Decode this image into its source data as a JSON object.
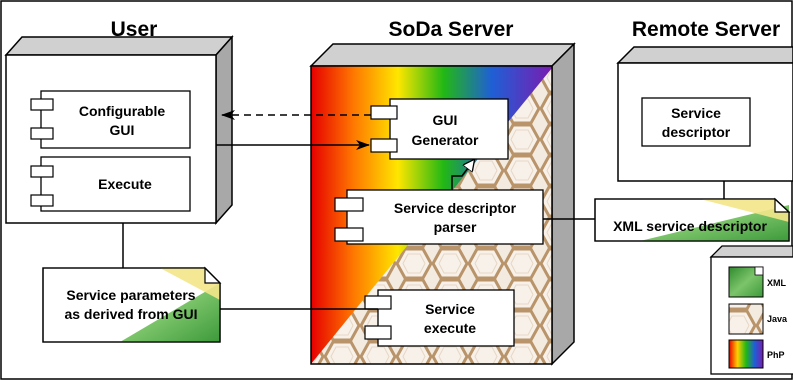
{
  "headers": {
    "user": "User",
    "soda": "SoDa Server",
    "remote": "Remote Server"
  },
  "components": {
    "configurable_gui": [
      "Configurable",
      "GUI"
    ],
    "execute": "Execute",
    "gui_generator": [
      "GUI",
      "Generator"
    ],
    "service_descriptor_parser": [
      "Service descriptor",
      "parser"
    ],
    "service_execute": [
      "Service",
      "execute"
    ],
    "service_descriptor": [
      "Service",
      "descriptor"
    ]
  },
  "notes": {
    "service_parameters": [
      "Service parameters",
      "as derived from GUI"
    ],
    "xml_service_descriptor": "XML service descriptor"
  },
  "legend": {
    "xml": "XML",
    "java": "Java",
    "php": "PhP"
  }
}
